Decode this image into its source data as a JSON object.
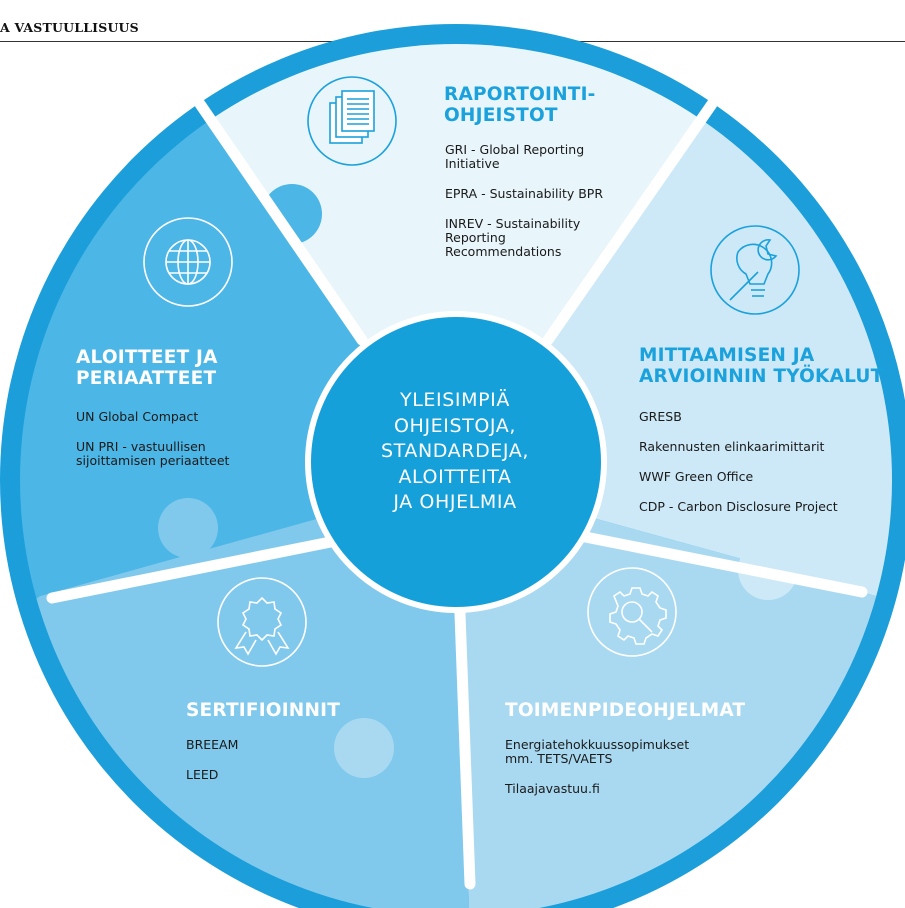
{
  "header": {
    "title": "A VASTUULLISUUS"
  },
  "center": {
    "lines": [
      "YLEISIMPIÄ",
      "OHJEISTOJA,",
      "STANDARDEJA,",
      "ALOITTEITA",
      "JA OHJELMIA"
    ]
  },
  "segments": {
    "reporting": {
      "icon": "document-icon",
      "title_lines": [
        "RAPORTOINTI-",
        "OHJEISTOT"
      ],
      "items": [
        "GRI - Global Reporting Initiative",
        "EPRA - Sustainability BPR",
        "INREV - Sustainability Reporting Recommendations"
      ]
    },
    "measurement": {
      "icon": "lightbulb-wrench-icon",
      "title_lines": [
        "MITTAAMISEN JA",
        "ARVIOINNIN TYÖKALUT"
      ],
      "items": [
        "GRESB",
        "Rakennusten elinkaarimittarit",
        "WWF Green Office",
        "CDP - Carbon Disclosure Project"
      ]
    },
    "programs": {
      "icon": "gear-magnifier-icon",
      "title_lines": [
        "TOIMENPIDEOHJELMAT"
      ],
      "items": [
        "Energiatehokkuussopimukset mm. TETS/VAETS",
        "Tilaajavastuu.fi"
      ]
    },
    "certifications": {
      "icon": "award-ribbon-icon",
      "title_lines": [
        "SERTIFIOINNIT"
      ],
      "items": [
        "BREEAM",
        "LEED"
      ]
    },
    "initiatives": {
      "icon": "globe-icon",
      "title_lines": [
        "ALOITTEET JA",
        "PERIAATTEET"
      ],
      "items": [
        "UN Global Compact",
        "UN PRI - vastuullisen sijoittamisen periaatteet"
      ]
    }
  },
  "colors": {
    "ring": "#1b9ed9",
    "reporting": "#e8f5fb",
    "measurement": "#cde9f7",
    "programs": "#a9d9f1",
    "certifications": "#80c9ec",
    "initiatives": "#4cb6e6",
    "center": "#16a0da",
    "accent_text": "#1ba1dc"
  }
}
